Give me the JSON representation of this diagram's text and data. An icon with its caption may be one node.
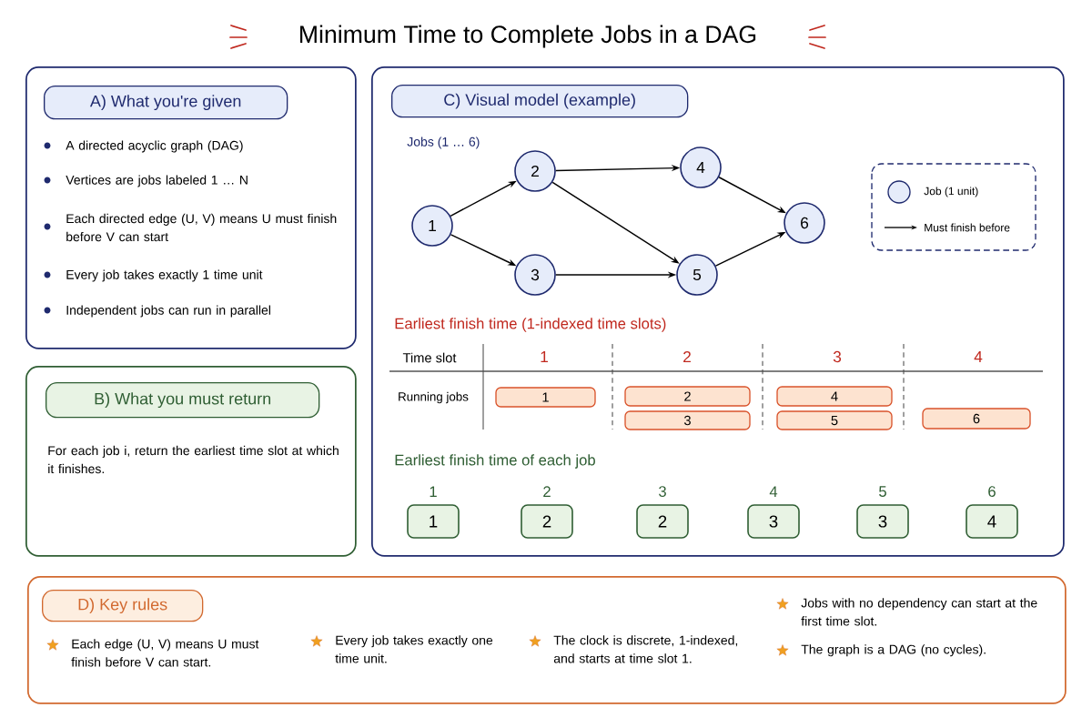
{
  "diagram": {
    "title": "Minimum Time to Complete Jobs in a DAG",
    "nodes": [
      {
        "text": [
          "A) What you're given",
          "A directed acyclic graph (DAG)",
          "Vertices are jobs labeled 1 … N",
          "Each directed edge (U, V) means U must finish before V can start",
          "Every job takes exactly 1 time unit",
          "Independent jobs can run in parallel"
        ]
      },
      {
        "text": [
          "B) What you must return",
          "For each job i, return the earliest time slot at which it finishes."
        ]
      },
      {
        "text": [
          "C) Visual model (example)"
        ]
      },
      {
        "text": [
          "1"
        ],
        "in": 2
      },
      {
        "text": [
          "2"
        ],
        "in": 2
      },
      {
        "text": [
          "3"
        ],
        "in": 2
      },
      {
        "text": [
          "4"
        ],
        "in": 2
      },
      {
        "text": [
          "5"
        ],
        "in": 2
      },
      {
        "text": [
          "6"
        ],
        "in": 2
      },
      {
        "text": [
          "1"
        ],
        "in": 2
      },
      {
        "text": [
          "2"
        ],
        "in": 2
      },
      {
        "text": [
          "3"
        ],
        "in": 2
      },
      {
        "text": [
          "4"
        ],
        "in": 2
      },
      {
        "text": [
          "5"
        ],
        "in": 2
      },
      {
        "text": [
          "6"
        ],
        "in": 2
      },
      {
        "text": [
          "1"
        ],
        "beside": [
          "1"
        ],
        "in": 2
      },
      {
        "text": [
          "2"
        ],
        "beside": [
          "2"
        ],
        "in": 2
      },
      {
        "text": [
          "2"
        ],
        "beside": [
          "3"
        ],
        "in": 2
      },
      {
        "text": [
          "3"
        ],
        "beside": [
          "4"
        ],
        "in": 2
      },
      {
        "text": [
          "3"
        ],
        "beside": [
          "5"
        ],
        "in": 2
      },
      {
        "text": [
          "4"
        ],
        "beside": [
          "6"
        ],
        "in": 2
      },
      {
        "text": [
          "D) Key rules",
          "Each edge (U, V) means U must finish before V can start.",
          "Every job takes exactly one time unit.",
          "The clock is discrete, 1-indexed, and starts at time slot 1.",
          "Jobs with no dependency can start at the first time slot.",
          "The graph is a DAG (no cycles)."
        ]
      }
    ],
    "edges": [
      {
        "from": 3,
        "to": 4,
        "arrow": "to"
      },
      {
        "from": 3,
        "to": 5,
        "arrow": "to"
      },
      {
        "from": 4,
        "to": 6,
        "arrow": "to"
      },
      {
        "from": 4,
        "to": 7,
        "arrow": "to"
      },
      {
        "from": 5,
        "to": 7,
        "arrow": "to"
      },
      {
        "from": 6,
        "to": 8,
        "arrow": "to"
      },
      {
        "from": 7,
        "to": 8,
        "arrow": "to"
      }
    ],
    "labels": [
      "Jobs (1 … 6)",
      "Earliest finish time (1-indexed time slots)",
      "Time slot",
      "1",
      "2",
      "3",
      "4",
      "Running jobs",
      "Earliest finish time of each job"
    ],
    "legend": [
      {
        "text": "Job (1 unit)"
      },
      {
        "text": "Must finish before"
      }
    ]
  }
}
